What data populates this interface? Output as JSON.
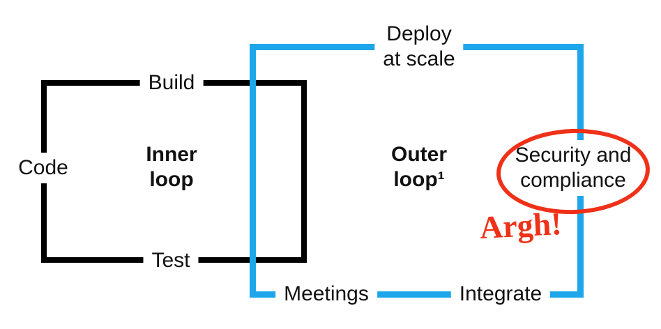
{
  "diagram": {
    "inner_loop": {
      "title_line1": "Inner",
      "title_line2": "loop",
      "nodes": {
        "code": "Code",
        "build": "Build",
        "test": "Test"
      }
    },
    "outer_loop": {
      "title_line1": "Outer",
      "title_line2": "loop¹",
      "nodes": {
        "deploy_line1": "Deploy",
        "deploy_line2": "at scale",
        "meetings": "Meetings",
        "integrate": "Integrate"
      }
    },
    "annotations": {
      "security_line1": "Security and",
      "security_line2": "compliance",
      "argh": "Argh!"
    },
    "colors": {
      "inner_loop_stroke": "#000000",
      "outer_loop_stroke": "#1da7ea",
      "annotation_red": "#ee3118"
    }
  }
}
